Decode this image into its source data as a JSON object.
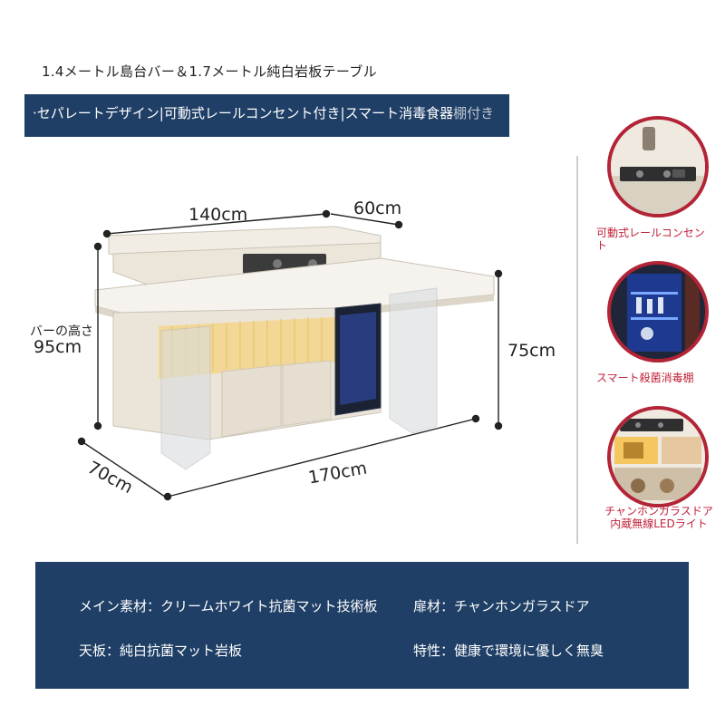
{
  "title": "1.4メートル島台バー＆1.7メートル純白岩板テーブル",
  "features": {
    "text": "·セパレートデザイン|可動式レールコンセント付き|スマート消毒食器",
    "tail": "棚付き"
  },
  "dimensions": {
    "top_length": "140cm",
    "top_depth": "60cm",
    "height": "75cm",
    "length": "170cm",
    "depth": "70cm",
    "bar_height_label": "バーの高さ",
    "bar_height_value": "95cm"
  },
  "thumbnails": [
    {
      "label": "可動式レールコンセント"
    },
    {
      "label": "スマート殺菌消毒棚"
    },
    {
      "label": "チャンホンガラスドア\n内蔵無線LEDライト"
    }
  ],
  "info": {
    "main_material": "メイン素材：クリームホワイト抗菌マット技術板",
    "door_material": "扉材：チャンホンガラスドア",
    "top_material": "天板：純白抗菌マット岩板",
    "properties": "特性：健康で環境に優しく無臭"
  },
  "colors": {
    "navy": "#1f3f66",
    "accent_red": "#c2213a",
    "cream": "#ece7dc"
  }
}
